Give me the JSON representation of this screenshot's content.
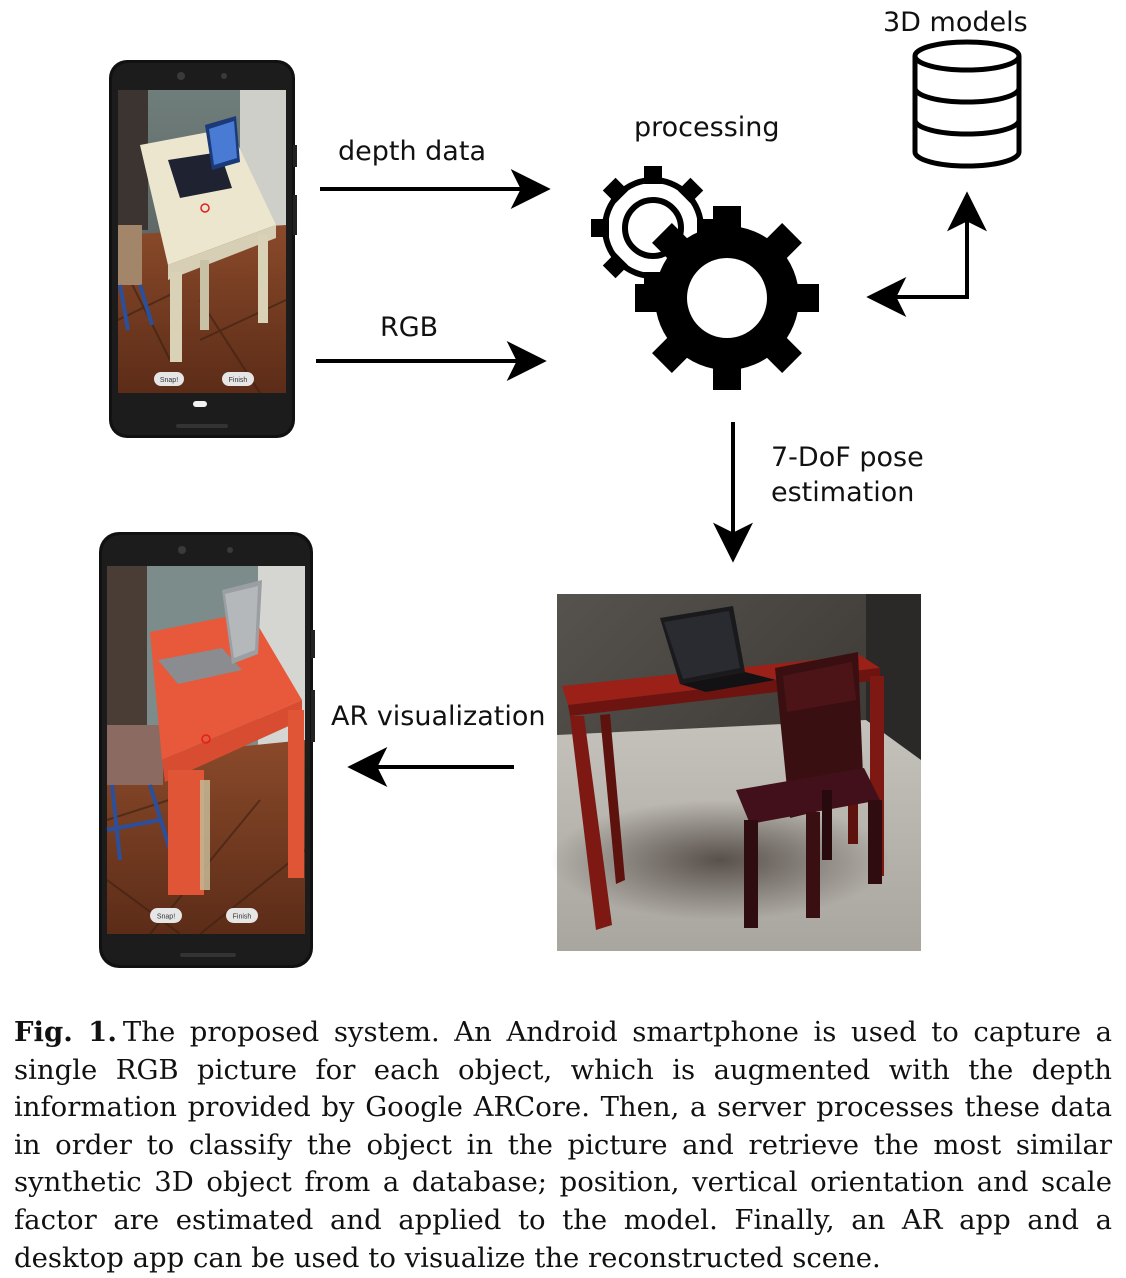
{
  "labels": {
    "depth_data": "depth data",
    "rgb": "RGB",
    "processing": "processing",
    "models_3d": "3D models",
    "pose_line1": "7-DoF pose",
    "pose_line2": "estimation",
    "ar_visualization": "AR visualization"
  },
  "phone": {
    "snap_button": "Snap!",
    "finish_button": "Finish"
  },
  "caption": {
    "fig_label": "Fig. 1.",
    "text": "The proposed system. An Android smartphone is used to capture a single RGB picture for each object, which is augmented with the depth information provided by Google ARCore. Then, a server processes these data in order to classify the object in the picture and retrieve the most similar synthetic 3D object from a database; position, vertical orientation and scale factor are estimated and applied to the model. Finally, an AR app and a desktop app can be used to visualize the reconstructed scene."
  },
  "colors": {
    "arrow": "#000000",
    "desk_highlight": "#e8583a",
    "render_desk": "#8b1a14"
  }
}
